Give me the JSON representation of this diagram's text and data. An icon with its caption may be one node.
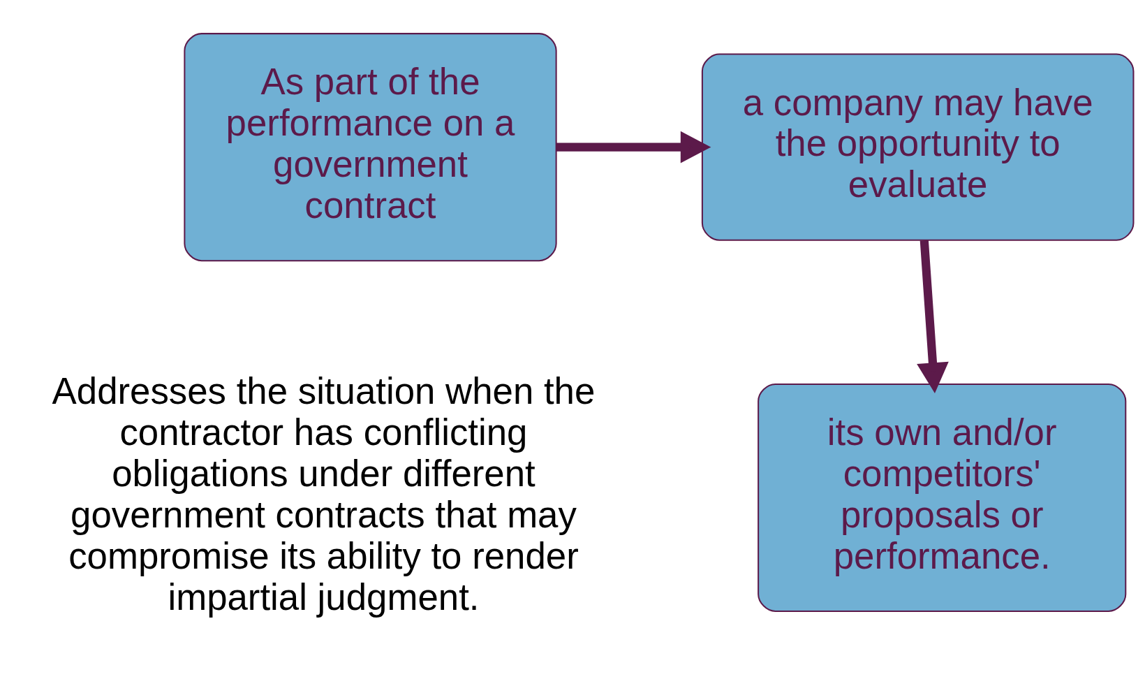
{
  "diagram": {
    "nodes": [
      {
        "text": [
          "As part of the performance on a government contract"
        ]
      },
      {
        "text": [
          "a company may have the opportunity to evaluate"
        ]
      },
      {
        "text": [
          "its own and/or competitors' proposals or performance."
        ]
      }
    ],
    "edges": [
      {
        "from": 0,
        "to": 1,
        "arrow": "to"
      },
      {
        "from": 1,
        "to": 2,
        "arrow": "to"
      }
    ],
    "labels": [
      "Addresses the situation when the contractor has conflicting obligations under different government contracts that may compromise its ability to render impartial judgment."
    ]
  }
}
